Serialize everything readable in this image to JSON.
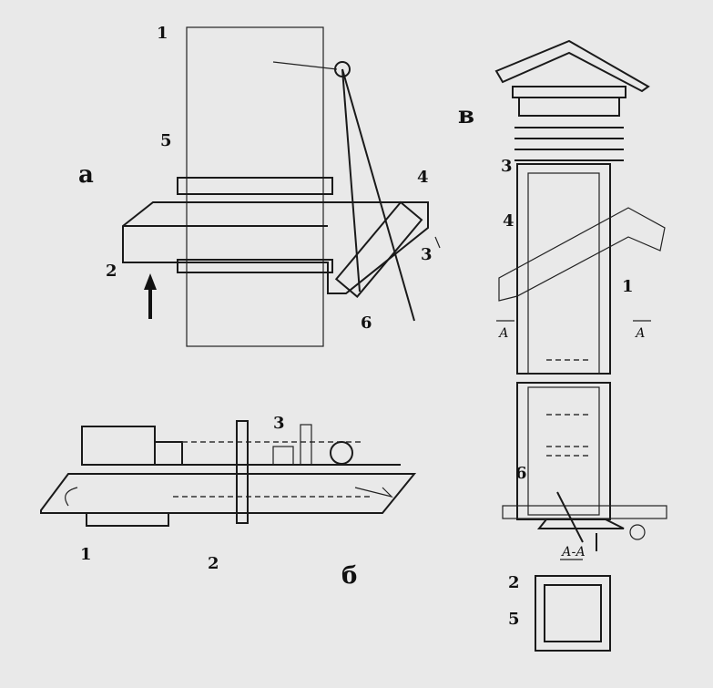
{
  "figure_a": {
    "title": "а",
    "labels": {
      "l1": "1",
      "l2": "2",
      "l3": "3",
      "l4": "4",
      "l5": "5",
      "l6": "6"
    }
  },
  "figure_b": {
    "title": "б",
    "labels": {
      "l1": "1",
      "l2": "2",
      "l3": "3"
    }
  },
  "figure_v": {
    "title": "в",
    "labels": {
      "l1": "1",
      "l2": "2",
      "l3": "3",
      "l4": "4",
      "l5": "5",
      "l6": "6"
    },
    "section_mark": "А",
    "section_title": "А-А"
  }
}
